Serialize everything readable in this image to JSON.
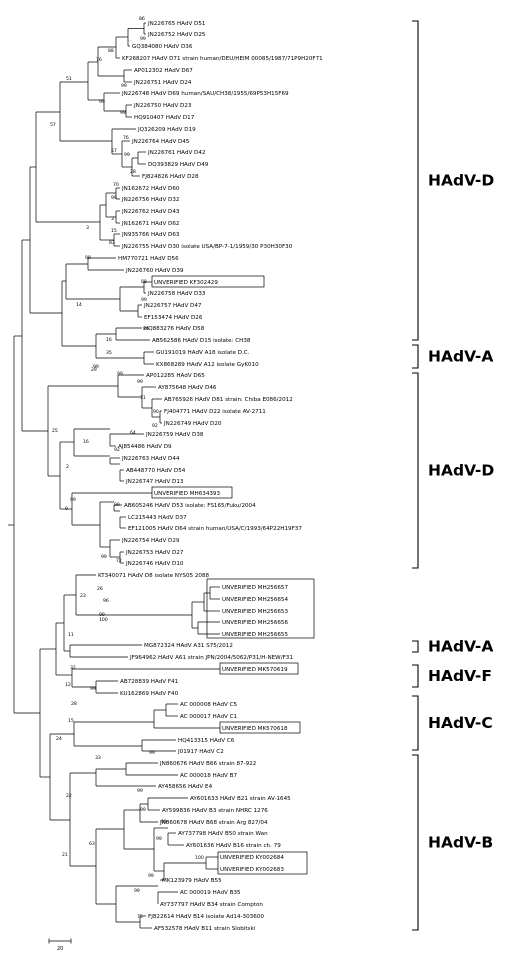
{
  "tree": {
    "leaves": [
      "JN226765 HAdV D51",
      "JN226752 HAdV D25",
      "GQ384080 HAdV D36",
      "KF268207 HAdV D71 strain human/DEU/HEIM 00085/1987/71P9H20F71",
      "AP012302 HAdV D67",
      "JN226751 HAdV D24",
      "JN226748 HAdV D69 human/SAU/CH38/1955/69P53H15F69",
      "JN226750 HAdV D23",
      "HQ910407 HAdV D17",
      "JQ326209 HAdV D19",
      "JN226764 HAdV D45",
      "JN226761 HAdV D42",
      "DQ393829 HAdV D49",
      "FJ824826 HAdV D28",
      "JN162672 HAdV D60",
      "JN226756 HAdV D32",
      "JN226762 HAdV D43",
      "JN162671 HAdV D62",
      "JN935766 HAdV D63",
      "JN226755 HAdV D30 isolate USA/BP-7-1/1959/30 P30H30F30",
      "HM770721 HAdV D56",
      "JN226760 HAdV D39",
      "UNVERIFIED KF302429",
      "JN226758 HAdV D33",
      "JN226757 HAdV D47",
      "EF153474 HAdV D26",
      "HQ883276 HAdV D58",
      "AB562586 HAdV D15 isolate: CH38",
      "GU191019 HAdV A18 isolate D.C.",
      "KX868289 HAdV A12 isolate GyK010",
      "AP012285 HAdV D65",
      "AY875648 HAdV D46",
      "AB765926 HAdV D81 strain: Chiba E086/2012",
      "FJ404771 HAdV D22 isolate AV-2711",
      "JN226749 HAdV D20",
      "JN226759 HAdV D38",
      "AJ854486 HAdV D9",
      "JN226763 HAdV D44",
      "AB448770 HAdV D54",
      "JN226747 HAdV D13",
      "UNVERIFIED MH634393",
      "AB605246 HAdV D53 isolate: FS165/Fuku/2004",
      "LC215443 HAdV D37",
      "EF121005 HAdV D64 strain human/USA/C/1993/64P22H19F37",
      "JN226754 HAdV D29",
      "JN226753 HAdV D27",
      "JN226746 HAdV D10",
      "KT340071 HAdV D8 isolate NYS05 2088",
      "UNVERIFIED MH256657",
      "UNVERIFIED MH256654",
      "UNVERIFIED MH256653",
      "UNVERIFIED MH256656",
      "UNVERIFIED MH256655",
      "MG872324 HAdV A31 S75/2012",
      "JF964962 HAdV A61 strain JPN/2004/5062/P31/H-NEW/F31",
      "UNVERIFIED MK570619",
      "AB728839 HAdV F41",
      "KU162869 HAdV F40",
      "AC 000008 HAdV C5",
      "AC 000017 HAdV C1",
      "UNVERIFIED MK570618",
      "HQ413315 HAdV C6",
      "J01917 HAdV C2",
      "JN860676 HAdV B66 strain 87-922",
      "AC 000018 HAdV B7",
      "AY458656 HAdV E4",
      "AY601633 HAdV B21 strain AV-1645",
      "AY599836 HAdV B3 strain NHRC 1276",
      "JN860678 HAdV B68 strain Arg 827/04",
      "AY737798 HAdV B50 strain Wan",
      "AY601636 HAdV B16 strain ch. 79",
      "UNVERIFIED KY002684",
      "UNVERIFIED KY002683",
      "MK123979 HAdV B55",
      "AC 000019 HAdV B35",
      "AY737797 HAdV B34 strain Compton",
      "FJ822614 HAdV B14 isolate Ad14-303600",
      "AF532578 HAdV B11 strain Slobitski"
    ],
    "bootstrap": [
      "86",
      "99",
      "88",
      "99",
      "76",
      "51",
      "99",
      "99",
      "76",
      "57",
      "99",
      "28",
      "57",
      "70",
      "99",
      "3",
      "15",
      "83",
      "3",
      "99",
      "88",
      "99",
      "14",
      "86",
      "16",
      "35",
      "99",
      "29",
      "99",
      "71",
      "90",
      "92",
      "99",
      "64",
      "25",
      "16",
      "92",
      "2",
      "9",
      "99",
      "99",
      "72",
      "99",
      "26",
      "96",
      "99",
      "100",
      "23",
      "11",
      "12",
      "99",
      "32",
      "28",
      "15",
      "24",
      "99",
      "33",
      "99",
      "99",
      "99",
      "22",
      "100",
      "99",
      "63",
      "99",
      "99",
      "75",
      "21"
    ],
    "groups": [
      "HAdV-D",
      "HAdV-A",
      "HAdV-D",
      "HAdV-A",
      "HAdV-F",
      "HAdV-C",
      "HAdV-B"
    ],
    "scale_label": "20"
  }
}
